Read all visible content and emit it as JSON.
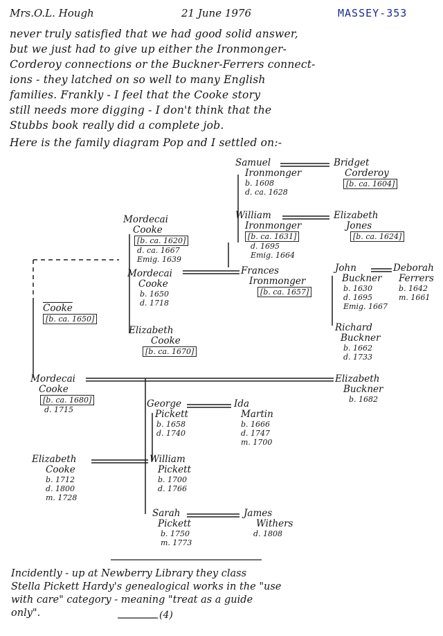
{
  "header": {
    "author": "Mrs.O.L. Hough",
    "date": "21 June 1976",
    "ref": "MASSEY-353"
  },
  "body_lines": [
    "never truly satisfied that we had good solid answer,",
    "but we just had to give up either the Ironmonger-",
    "Corderoy connections or the Buckner-Ferrers connect-",
    "ions - they latched on so well to many English",
    "families.      Frankly - I feel that the Cooke story",
    "still needs more digging - I don't think that the",
    "Stubbs book really did a complete job.",
    "Here is the family diagram Pop and I settled on:-"
  ],
  "people": {
    "samuel": {
      "name1": "Samuel",
      "name2": "Ironmonger",
      "d1": "b. 1608",
      "d2": "d. ca. 1628"
    },
    "bridget": {
      "name1": "Bridget",
      "name2": "Corderoy",
      "d1": "[b. ca. 1604]"
    },
    "william_i": {
      "name1": "William",
      "name2": "Ironmonger",
      "d1": "[b. ca. 1631]",
      "d2": "d. 1695",
      "d3": "Emig. 1664"
    },
    "elizabeth_j": {
      "name1": "Elizabeth",
      "name2": "Jones",
      "d1": "[b. ca. 1624]"
    },
    "mordecai1": {
      "name1": "Mordecai",
      "name2": "Cooke",
      "d1": "[b. ca. 1620]",
      "d2": "d. ca. 1667",
      "d3": "Emig. 1639"
    },
    "mordecai2": {
      "name1": "Mordecai",
      "name2": "Cooke",
      "d1": "b. 1650",
      "d2": "d. 1718"
    },
    "frances": {
      "name1": "Frances",
      "name2": "Ironmonger",
      "d1": "[b. ca. 1657]"
    },
    "john": {
      "name1": "John",
      "name2": "Buckner",
      "d1": "b. 1630",
      "d2": "d. 1695",
      "d3": "Emig. 1667"
    },
    "deborah": {
      "name1": "Deborah",
      "name2": "Ferrers",
      "d1": "b. 1642",
      "d2": "m. 1661"
    },
    "cooke": {
      "name1": "Cooke",
      "d1": "[b. ca. 1650]"
    },
    "elizabeth_c": {
      "name1": "Elizabeth",
      "name2": "Cooke",
      "d1": "[b. ca. 1670]"
    },
    "richard": {
      "name1": "Richard",
      "name2": "Buckner",
      "d1": "b. 1662",
      "d2": "d. 1733"
    },
    "mordecai3": {
      "name1": "Mordecai",
      "name2": "Cooke",
      "d1": "[b. ca. 1680]",
      "d2": "d. 1715"
    },
    "elizabeth_b": {
      "name1": "Elizabeth",
      "name2": "Buckner",
      "d1": "b. 1682"
    },
    "george": {
      "name1": "George",
      "name2": "Pickett",
      "d1": "b. 1658",
      "d2": "d. 1740"
    },
    "ida": {
      "name1": "Ida",
      "name2": "Martin",
      "d1": "b. 1666",
      "d2": "d. 1747",
      "d3": "m. 1700"
    },
    "elizabeth_c2": {
      "name1": "Elizabeth",
      "name2": "Cooke",
      "d1": "b. 1712",
      "d2": "d. 1800",
      "d3": "m. 1728"
    },
    "william_p": {
      "name1": "William",
      "name2": "Pickett",
      "d1": "b. 1700",
      "d2": "d. 1766"
    },
    "sarah": {
      "name1": "Sarah",
      "name2": "Pickett",
      "d1": "b. 1750",
      "d2": "m. 1773"
    },
    "james": {
      "name1": "James",
      "name2": "Withers",
      "d1": "d. 1808"
    }
  },
  "footer_lines": [
    "Incidently - up at Newberry Library they class",
    "Stella Pickett Hardy's genealogical works in the \"use",
    "with care\" category - meaning \"treat as a guide",
    "only\"."
  ],
  "page_number": "(4)"
}
